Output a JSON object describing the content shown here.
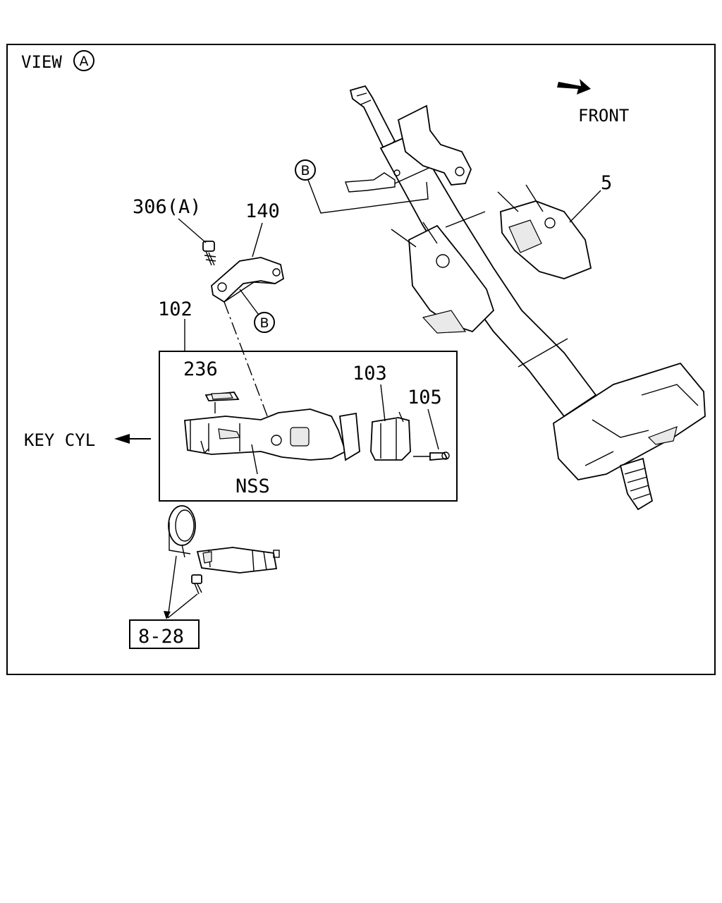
{
  "view": {
    "label": "VIEW",
    "marker": "A"
  },
  "direction": {
    "label": "FRONT"
  },
  "callouts": {
    "p5": "5",
    "p306": "306(A)",
    "p140": "140",
    "p102": "102",
    "p236": "236",
    "p103": "103",
    "p105": "105",
    "nss": "NSS",
    "keycyl": "KEY CYL",
    "ref": "8-28"
  },
  "markers": {
    "b": "B"
  }
}
